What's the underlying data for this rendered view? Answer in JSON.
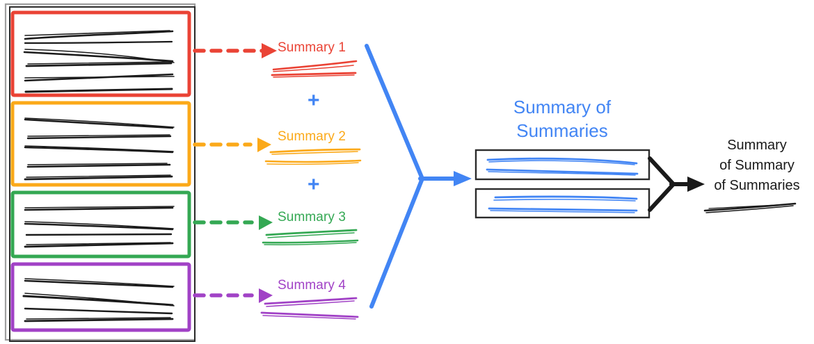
{
  "diagram": {
    "title_text_blocks": {
      "summary_of_summaries": "Summary of\nSummaries",
      "final_summary": "Summary\nof Summary\nof Summaries"
    },
    "colors": {
      "red": "#EA4335",
      "orange": "#FBA919",
      "green": "#34A853",
      "purple": "#A142C6",
      "blue": "#4285F4",
      "black": "#1a1a1a",
      "grey_box": "#9e9e9e",
      "outer_box": "#222222"
    },
    "source_document": {
      "name": "source-document",
      "chunks": [
        {
          "id": "chunk-1",
          "color": "#EA4335",
          "lines": 5,
          "label_ref": "Summary 1"
        },
        {
          "id": "chunk-2",
          "color": "#FBA919",
          "lines": 5,
          "label_ref": "Summary 2"
        },
        {
          "id": "chunk-3",
          "color": "#34A853",
          "lines": 4,
          "label_ref": "Summary 3"
        },
        {
          "id": "chunk-4",
          "color": "#A142C6",
          "lines": 4,
          "label_ref": "Summary 4"
        }
      ]
    },
    "summaries": [
      {
        "label": "Summary 1",
        "color": "#EA4335",
        "arrow": "dashed-arrow-red"
      },
      {
        "label": "Summary 2",
        "color": "#FBA919",
        "arrow": "dashed-arrow-orange"
      },
      {
        "label": "Summary 3",
        "color": "#34A853",
        "arrow": "dashed-arrow-green"
      },
      {
        "label": "Summary 4",
        "color": "#A142C6",
        "arrow": "dashed-arrow-purple"
      }
    ],
    "operators": [
      {
        "symbol": "+",
        "color": "#4285F4",
        "between": "Summary 1 and Summary 2"
      },
      {
        "symbol": "+",
        "color": "#4285F4",
        "between": "Summary 2 and Summary 3"
      }
    ],
    "merge_arrow_blue": {
      "name": "blue-merge-arrow",
      "color": "#4285F4"
    },
    "summary_of_summaries": {
      "heading_line1": "Summary of",
      "heading_line2": "Summaries",
      "color": "#4285F4",
      "boxes": [
        {
          "id": "sos-box-1",
          "lines": 2
        },
        {
          "id": "sos-box-2",
          "lines": 2
        }
      ]
    },
    "merge_arrow_black": {
      "name": "black-merge-arrow",
      "color": "#1a1a1a"
    },
    "final_summary": {
      "line1": "Summary",
      "line2": "of Summary",
      "line3": "of Summaries",
      "color": "#1a1a1a",
      "underline_scribble": "final-summary-scribble"
    }
  }
}
